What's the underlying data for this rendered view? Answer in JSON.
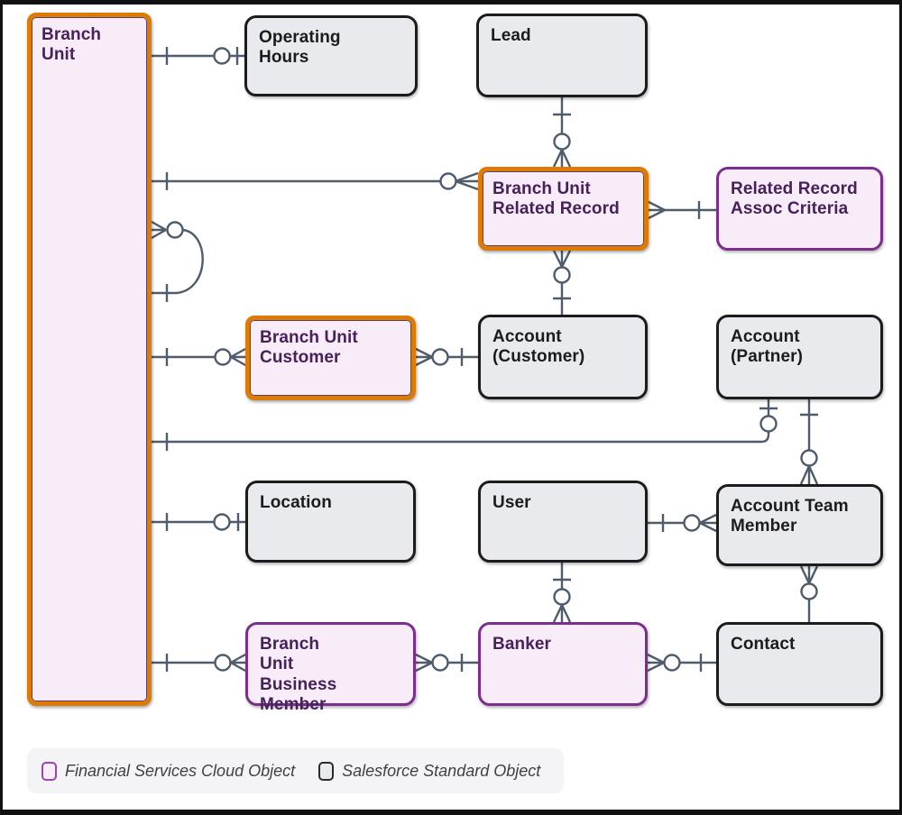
{
  "colors": {
    "fsc_highlight_border": "#DD7B06",
    "fsc_border": "#7D2D8E",
    "fsc_fill": "#F7ECF8",
    "standard_fill": "#E9EAEE",
    "standard_border": "#1C1C1C",
    "connector": "#4E5C6C",
    "fsc_text": "#47215A",
    "standard_text": "#1C1C1C",
    "legend_background": "#F4F3F6",
    "legend_text": "#3F3F46"
  },
  "nodes": [
    {
      "id": "branch-unit",
      "label": "Branch Unit",
      "category": "fsc-highlighted"
    },
    {
      "id": "operating-hours",
      "label": "Operating Hours",
      "category": "standard"
    },
    {
      "id": "lead",
      "label": "Lead",
      "category": "standard"
    },
    {
      "id": "branch-unit-related-record",
      "label": "Branch Unit Related Record",
      "category": "fsc-highlighted"
    },
    {
      "id": "related-record-assoc-criteria",
      "label": "Related Record Assoc Criteria",
      "category": "fsc"
    },
    {
      "id": "branch-unit-customer",
      "label": "Branch Unit Customer",
      "category": "fsc-highlighted"
    },
    {
      "id": "account-customer",
      "label": "Account (Customer)",
      "category": "standard"
    },
    {
      "id": "account-partner",
      "label": "Account (Partner)",
      "category": "standard"
    },
    {
      "id": "location",
      "label": "Location",
      "category": "standard"
    },
    {
      "id": "user",
      "label": "User",
      "category": "standard"
    },
    {
      "id": "account-team-member",
      "label": "Account Team Member",
      "category": "standard"
    },
    {
      "id": "branch-unit-business-member",
      "label": "Branch Unit Business Member",
      "category": "fsc"
    },
    {
      "id": "banker",
      "label": "Banker",
      "category": "fsc"
    },
    {
      "id": "contact",
      "label": "Contact",
      "category": "standard"
    }
  ],
  "legend": {
    "items": [
      {
        "label": "Financial Services Cloud Object",
        "category": "fsc"
      },
      {
        "label": "Salesforce Standard Object",
        "category": "standard"
      }
    ]
  }
}
